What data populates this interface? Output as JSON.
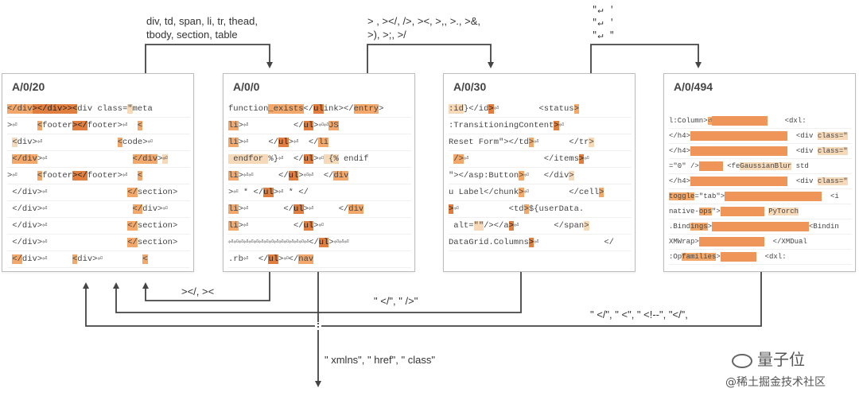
{
  "panels": [
    {
      "title": "A/0/20"
    },
    {
      "title": "A/0/0"
    },
    {
      "title": "A/0/30"
    },
    {
      "title": "A/0/494"
    }
  ],
  "top_labels": {
    "p1": [
      "div, td, span, li, tr, thead,",
      "tbody, section, table"
    ],
    "p2": [
      "> , ></, />, ><, >,, >., >&,",
      ">), >;, >/"
    ],
    "p3": [
      "\"↵            '",
      "\"↵                '",
      "\"↵        \""
    ]
  },
  "bottom_labels": {
    "p1": "></,  ><",
    "p2": "\" </\", \" />\"",
    "p3": "\"  </\", \" <\", \" <!--\", \"</\",",
    "out": "\" xmlns\", \" href\", \" class\""
  },
  "watermark": {
    "brand": "量子位",
    "site": "@稀土掘金技术社区"
  },
  "colors": {
    "dark_orange": "#e07e3f",
    "orange": "#f2a86b",
    "light_orange": "#f6d9b8",
    "arrow": "#444444"
  }
}
